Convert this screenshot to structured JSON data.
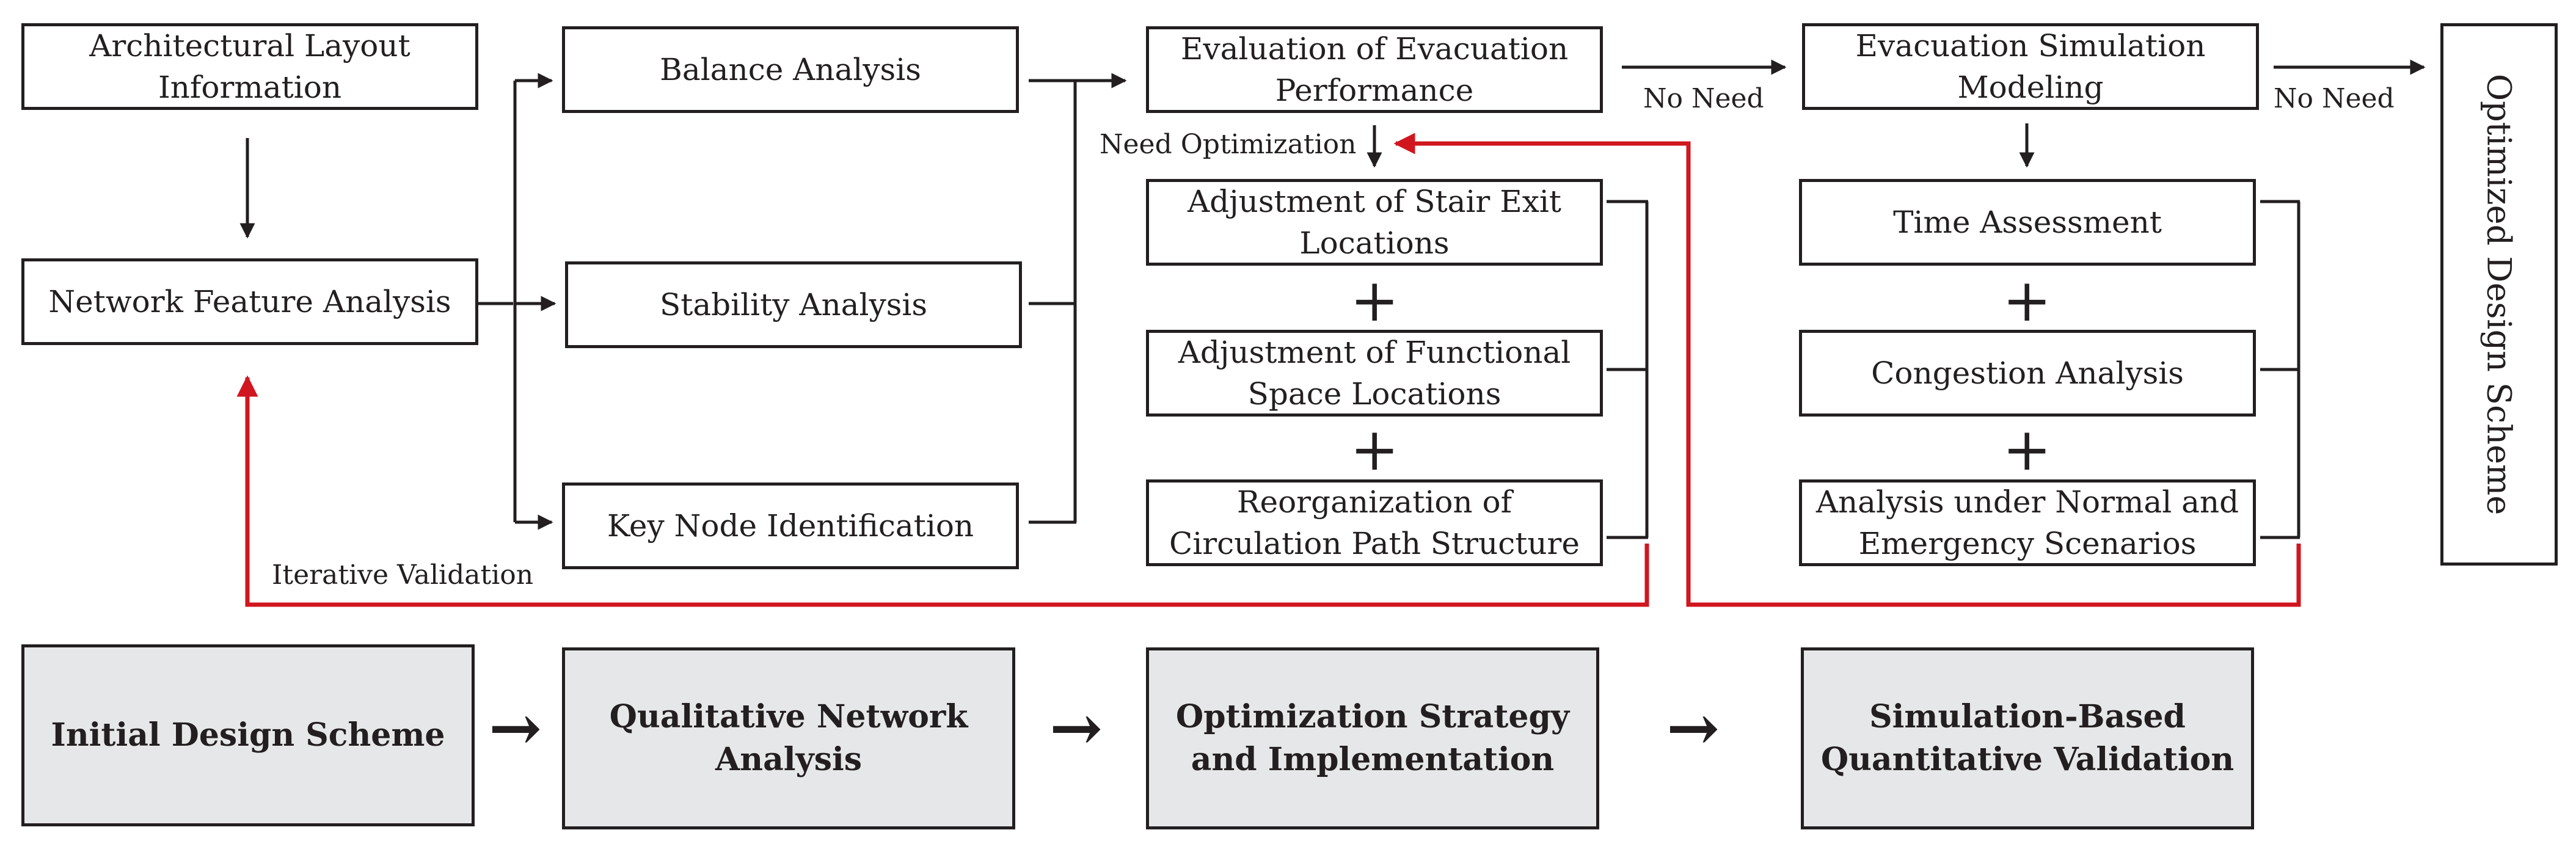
{
  "colors": {
    "line": "#231f20",
    "feedback": "#d0161f",
    "stage_fill": "#e6e7e8"
  },
  "column1": {
    "architectural_layout": "Architectural Layout Information",
    "network_feature": "Network Feature Analysis"
  },
  "column2": {
    "balance": "Balance Analysis",
    "stability": "Stability Analysis",
    "key_node": "Key Node Identification"
  },
  "column3": {
    "evaluation": "Evaluation of  Evacuation Performance",
    "stair_exit": "Adjustment of Stair Exit Locations",
    "functional_space": "Adjustment of Functional Space Locations",
    "circulation": "Reorganization of Circulation Path Structure"
  },
  "column4": {
    "simulation_modeling": "Evacuation Simulation Modeling",
    "time": "Time Assessment",
    "congestion": "Congestion Analysis",
    "scenarios": "Analysis under Normal and Emergency Scenarios"
  },
  "result": "Optimized Design Scheme",
  "edge_labels": {
    "no_need_1": "No Need",
    "no_need_2": "No Need",
    "need_optimization": "Need Optimization",
    "iterative_validation": "Iterative Validation"
  },
  "plus_symbol": "+",
  "stages": [
    {
      "label": "Initial Design Scheme"
    },
    {
      "label": "Qualitative Network Analysis"
    },
    {
      "label": "Optimization Strategy and Implementation"
    },
    {
      "label": "Simulation-Based Quantitative Validation"
    }
  ],
  "stage_arrow": "→"
}
